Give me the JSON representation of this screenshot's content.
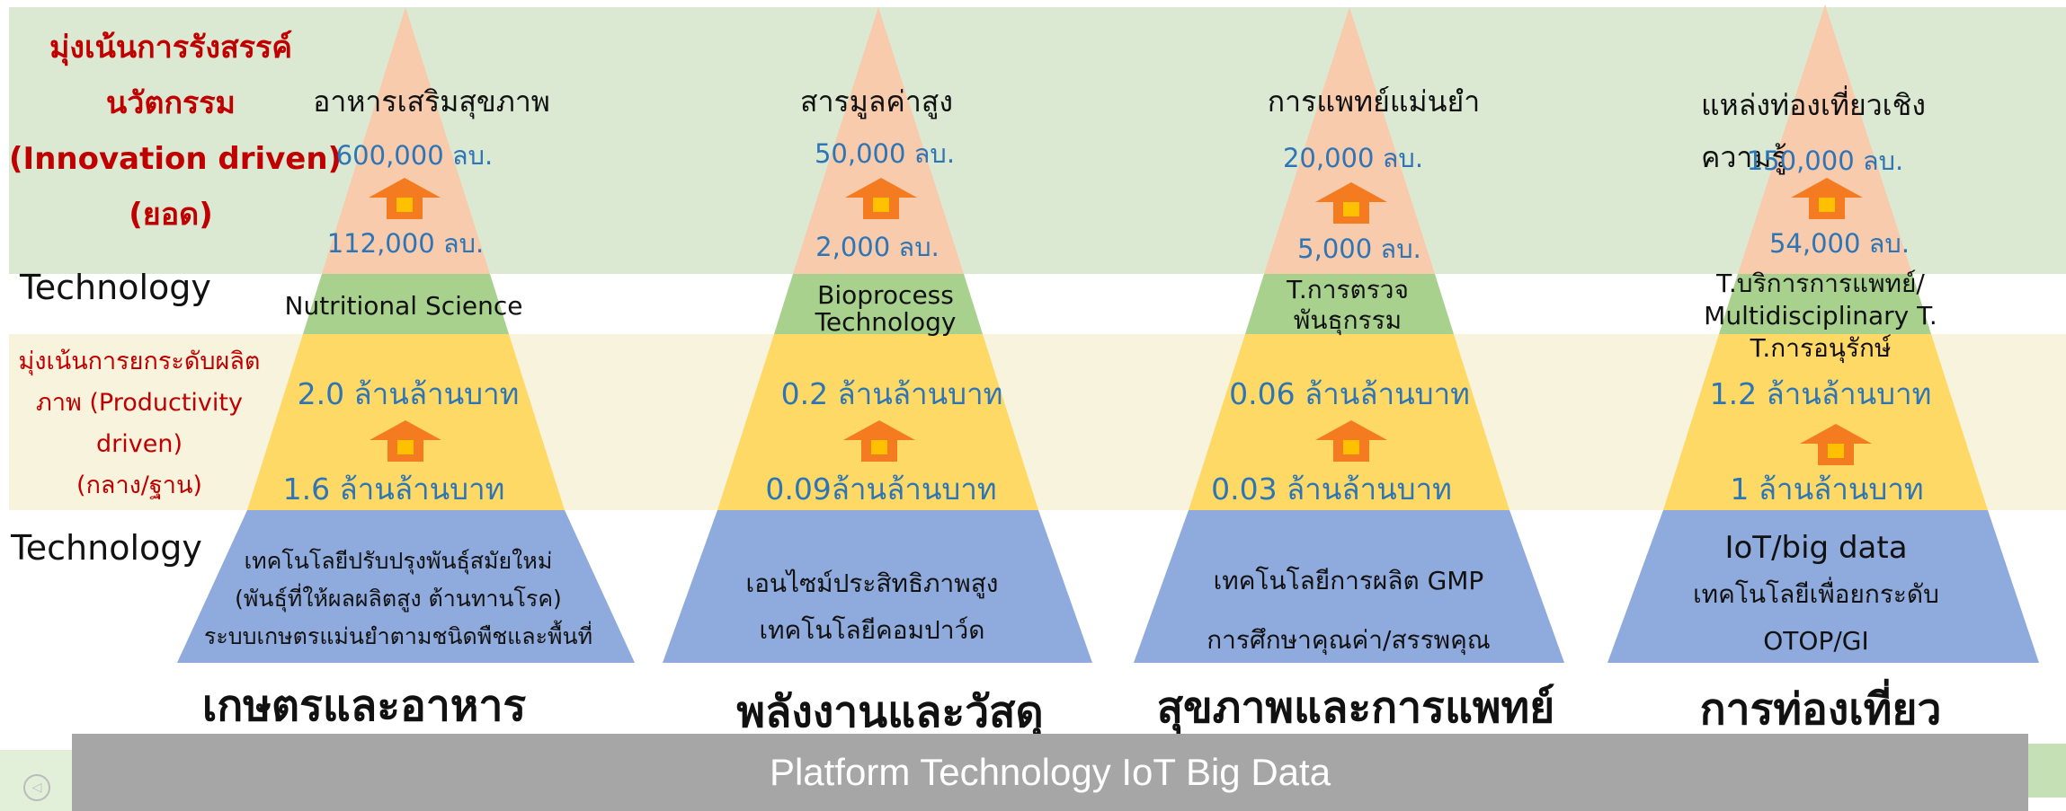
{
  "left_labels": {
    "top": [
      "มุ่งเน้นการรังสรรค์",
      "นวัตกรรม",
      "(Innovation driven)",
      "(ยอด)"
    ],
    "technology_1": "Technology",
    "middle": [
      "มุ่งเน้นการยกระดับผลิต",
      "ภาพ (Productivity",
      "driven)",
      "(กลาง/ฐาน)"
    ],
    "technology_2": "Technology"
  },
  "pyramids": [
    {
      "title": "อาหารเสริมสุขภาพ",
      "top_value": "600,000 ลบ.",
      "top_base_value": "112,000 ลบ.",
      "technology": [
        "Nutritional Science"
      ],
      "mid_value": "2.0 ล้านล้านบาท",
      "mid_base_value": "1.6 ล้านล้านบาท",
      "base_lines": [
        "เทคโนโลยีปรับปรุงพันธุ์สมัยใหม่",
        "(พันธุ์ที่ให้ผลผลิตสูง ต้านทานโรค)",
        "ระบบเกษตรแม่นยำตามชนิดพืชและพื้นที่"
      ],
      "sector": "เกษตรและอาหาร"
    },
    {
      "title": "สารมูลค่าสูง",
      "top_value": "50,000 ลบ.",
      "top_base_value": "2,000 ลบ.",
      "technology": [
        "Bioprocess",
        "Technology"
      ],
      "mid_value": "0.2 ล้านล้านบาท",
      "mid_base_value": "0.09ล้านล้านบาท",
      "base_lines": [
        "เอนไซม์ประสิทธิภาพสูง",
        "เทคโนโลยีคอมปาว์ด"
      ],
      "sector": "พลังงานและวัสดุ"
    },
    {
      "title": "การแพทย์แม่นยำ",
      "top_value": "20,000 ลบ.",
      "top_base_value": "5,000 ลบ.",
      "technology": [
        "T.การตรวจ",
        "พันธุกรรม"
      ],
      "mid_value": "0.06 ล้านล้านบาท",
      "mid_base_value": "0.03 ล้านล้านบาท",
      "base_lines": [
        "เทคโนโลยีการผลิต GMP",
        "การศึกษาคุณค่า/สรรพคุณ"
      ],
      "sector": "สุขภาพและการแพทย์"
    },
    {
      "title": "แหล่งท่องเที่ยวเชิง",
      "title_line2": "ความรู้",
      "top_value": "150,000 ลบ.",
      "top_base_value": "54,000 ลบ.",
      "technology": [
        "T.บริการการแพทย์/",
        "Multidisciplinary T.",
        "T.การอนุรักษ์"
      ],
      "mid_value": "1.2 ล้านล้านบาท",
      "mid_base_value": "1 ล้านล้านบาท",
      "base_lines": [
        "IoT/big data",
        "เทคโนโลยีเพื่อยกระดับ",
        "OTOP/GI"
      ],
      "sector": "การท่องเที่ยว"
    }
  ],
  "bottom_bar": "Platform Technology IoT Big Data",
  "colors": {
    "top_band": "#dbe9d2",
    "mid_band": "#f7f3dc",
    "tier_top": "#f8cbad",
    "tier_tech": "#a9d18e",
    "tier_mid": "#ffd966",
    "tier_base": "#8faadc",
    "arrow": "#f47b20",
    "value_text": "#2e75b6",
    "label_red": "#c00000"
  }
}
